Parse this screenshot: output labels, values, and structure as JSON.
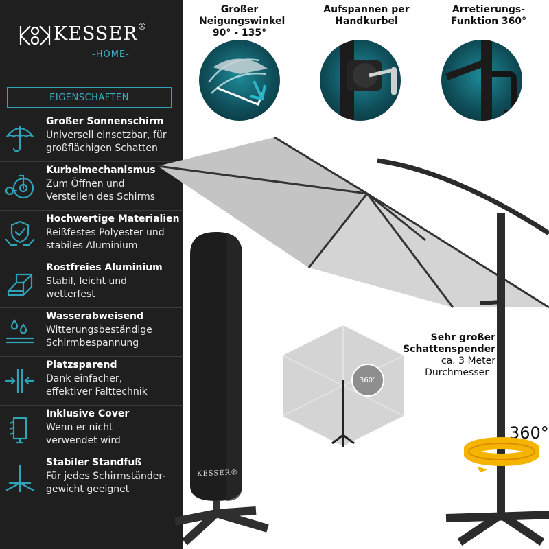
{
  "brand": {
    "name": "KESSER",
    "reg": "®",
    "sub": "-HOME-"
  },
  "properties_heading": "EIGENSCHAFTEN",
  "features": [
    {
      "title": "Großer Sonnenschirm",
      "line1": "Universell einsetzbar, für",
      "line2": "großflächigen Schatten",
      "icon": "umbrella-icon"
    },
    {
      "title": "Kurbelmechanismus",
      "line1": "Zum Öffnen und",
      "line2": "Verstellen des Schirms",
      "icon": "crank-icon"
    },
    {
      "title": "Hochwertige Materialien",
      "line1": "Reißfestes Polyester und",
      "line2": "stabiles Aluminium",
      "icon": "shield-hands-icon"
    },
    {
      "title": "Rostfreies Aluminium",
      "line1": "Stabil, leicht und",
      "line2": "wetterfest",
      "icon": "aluminium-profile-icon"
    },
    {
      "title": "Wasserabweisend",
      "line1": "Witterungsbeständige",
      "line2": "Schirmbespannung",
      "icon": "water-drops-icon"
    },
    {
      "title": "Platzsparend",
      "line1": "Dank einfacher,",
      "line2": "effektiver Falttechnik",
      "icon": "compress-icon"
    },
    {
      "title": "Inklusive Cover",
      "line1": "Wenn er nicht",
      "line2": "verwendet wird",
      "icon": "cover-icon"
    },
    {
      "title": "Stabiler Standfuß",
      "line1": "Für jedes Schirmständer-",
      "line2": "gewicht geeignet",
      "icon": "cross-base-icon"
    }
  ],
  "callouts": [
    {
      "line1": "Großer",
      "line2": "Neigungswinkel",
      "line3": "90° - 135°"
    },
    {
      "line1": "Aufspannen per",
      "line2": "Handkurbel"
    },
    {
      "line1": "Arretierungs-",
      "line2": "Funktion 360°"
    }
  ],
  "shade": {
    "title1": "Sehr großer",
    "title2": "Schattenspender",
    "line1": "ca. 3 Meter",
    "line2": "Durchmesser",
    "badge": "360°"
  },
  "cover_brand": "KESSER®",
  "rotation_label": "360°",
  "colors": {
    "sidebar": "#1f1f1f",
    "accent": "#2fa4b8",
    "canopy": "#d4d4d4",
    "frame": "#2b2b2b",
    "rotation": "#f5b400"
  }
}
